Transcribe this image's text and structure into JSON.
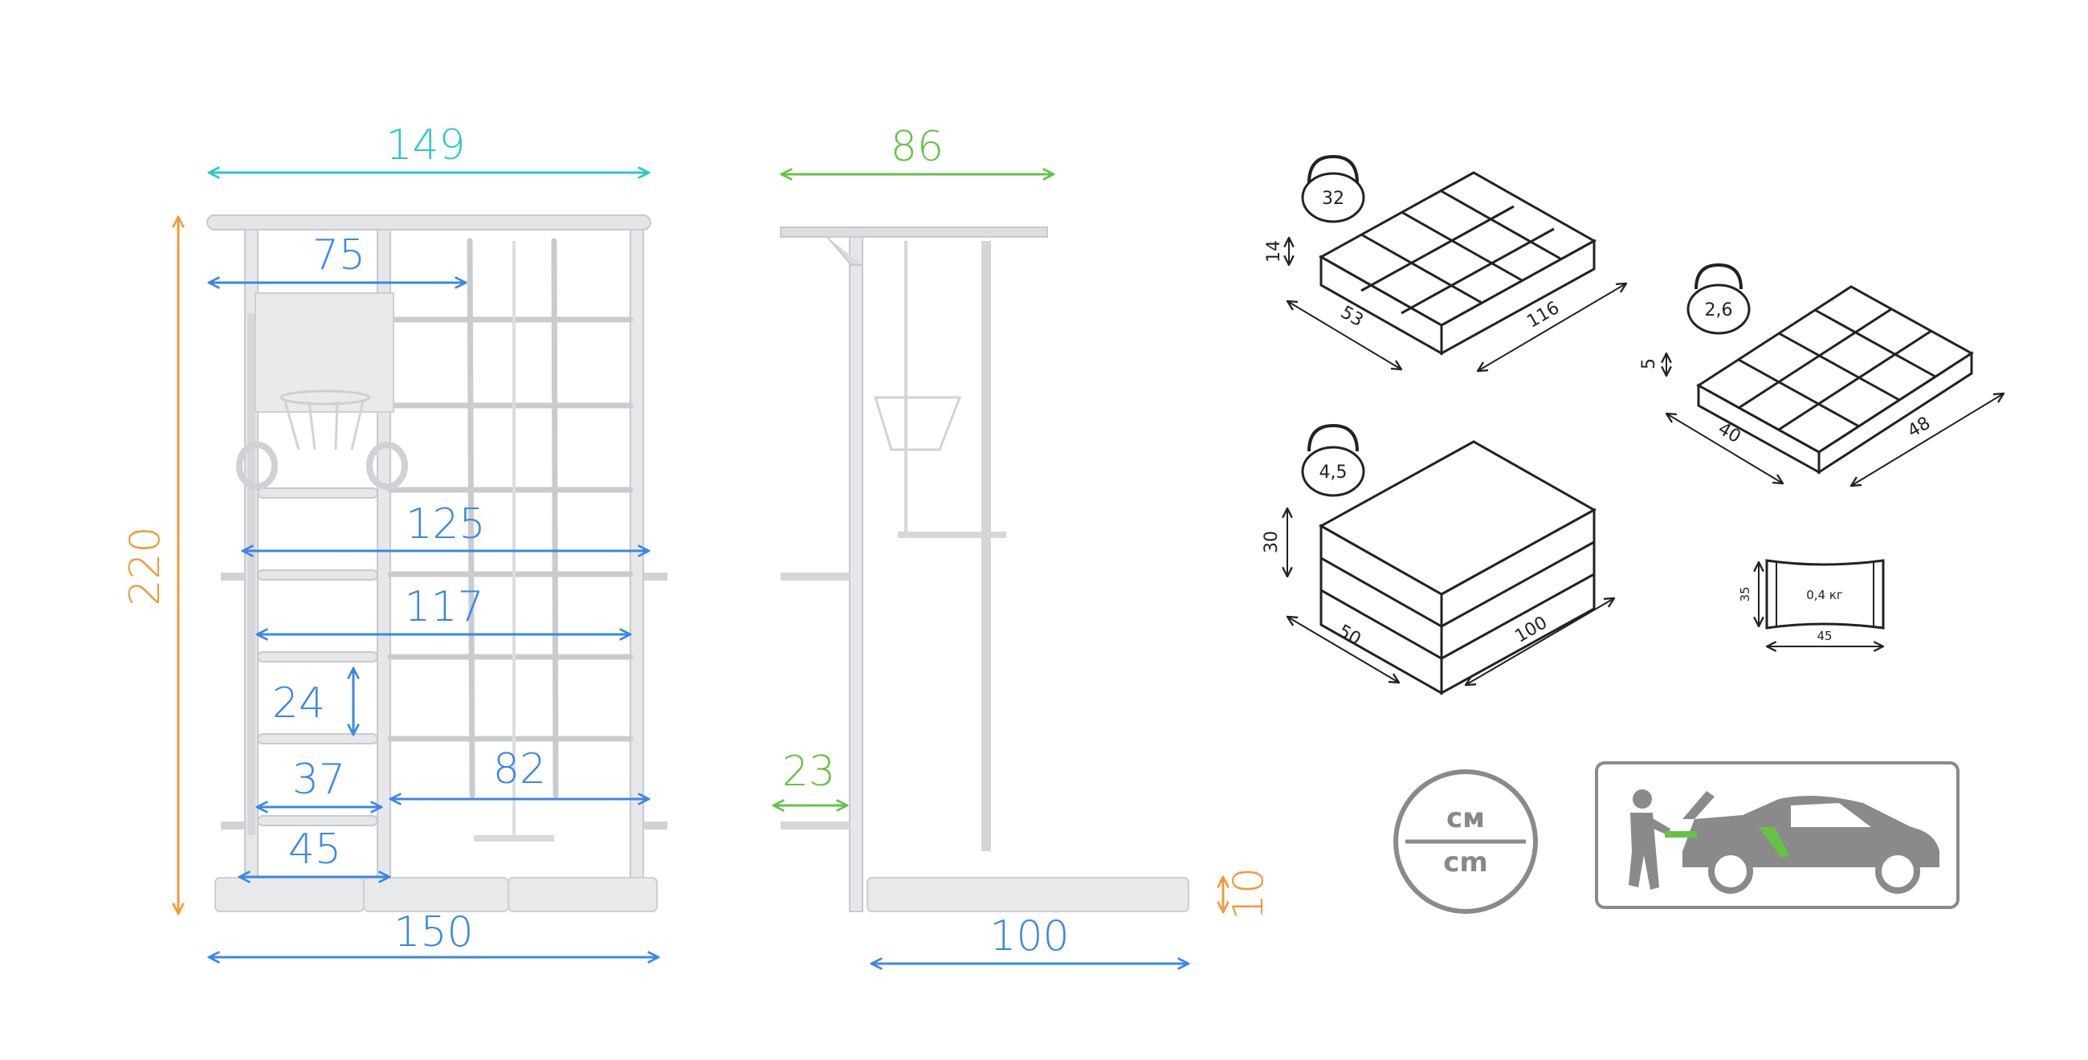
{
  "colors": {
    "blue": "#3a87e8",
    "teal": "#2ec7c9",
    "green": "#66c244",
    "orange": "#f09a3a",
    "frame": "#d6d8dc",
    "line": "#222222",
    "icon_gray": "#8a8a8a"
  },
  "front_view": {
    "width_top": "149",
    "height": "220",
    "width_bottom": "150",
    "backboard_width": "75",
    "net_width": "125",
    "inner_width": "117",
    "rung_spacing": "24",
    "ladder_width": "37",
    "bar_width": "82",
    "mat_width": "45"
  },
  "side_view": {
    "depth_top": "86",
    "bar_depth": "23",
    "mat_height": "10",
    "mat_length": "100"
  },
  "packages": [
    {
      "weight": "32",
      "height": "14",
      "depth": "53",
      "length": "116"
    },
    {
      "weight": "2,6",
      "height": "5",
      "depth": "40",
      "length": "48"
    },
    {
      "weight": "4,5",
      "height": "30",
      "depth": "50",
      "length": "100"
    }
  ],
  "bag": {
    "weight": "0,4 кг",
    "height": "35",
    "width": "45"
  },
  "units": {
    "top": "см",
    "bottom": "cm"
  },
  "icons": [
    "kettlebell-icon",
    "units-icon",
    "car-loading-icon"
  ]
}
